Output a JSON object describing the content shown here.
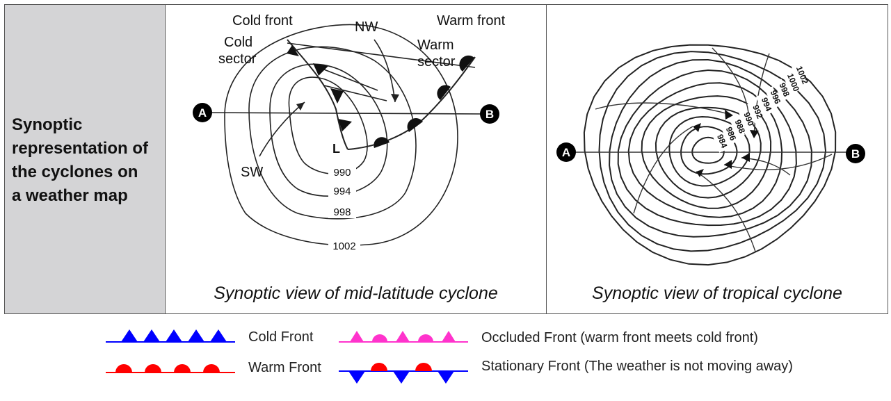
{
  "row_label": "Synoptic representation of the cyclones on a weather map",
  "mid_latitude": {
    "caption": "Synoptic view of mid-latitude cyclone",
    "labels": {
      "cold_front": "Cold front",
      "cold_sector": "Cold sector",
      "nw": "NW",
      "warm_front": "Warm front",
      "warm_sector": "Warm sector",
      "sw": "SW",
      "low": "L",
      "point_a": "A",
      "point_b": "B"
    },
    "isobars": [
      "990",
      "994",
      "998",
      "1002"
    ]
  },
  "tropical": {
    "caption": "Synoptic view of tropical cyclone",
    "point_a": "A",
    "point_b": "B",
    "isobars": [
      "984",
      "986",
      "988",
      "990",
      "992",
      "994",
      "996",
      "998",
      "1000",
      "1002"
    ]
  },
  "legend": {
    "cold_front": "Cold Front",
    "warm_front": "Warm Front",
    "occluded_front": "Occluded Front (warm front meets cold front)",
    "stationary_front": "Stationary Front (The weather is not moving away)",
    "colors": {
      "cold": "#0000ff",
      "warm": "#ff0000",
      "occluded": "#ff33cc"
    }
  }
}
